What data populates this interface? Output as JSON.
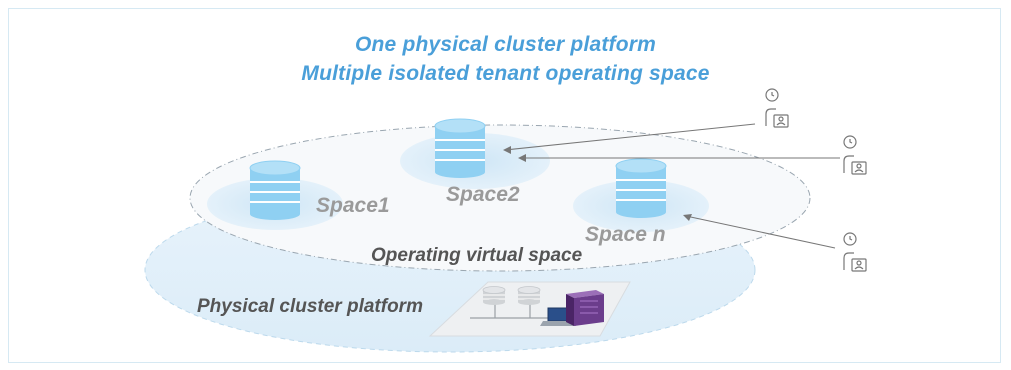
{
  "title": {
    "line1": "One physical cluster platform",
    "line2": "Multiple isolated tenant operating space"
  },
  "spaces": [
    {
      "label": "Space1",
      "icon": "database-icon"
    },
    {
      "label": "Space2",
      "icon": "database-icon"
    },
    {
      "label": "Space n",
      "icon": "database-icon"
    }
  ],
  "layers": {
    "virtual": "Operating virtual space",
    "physical": "Physical cluster platform"
  },
  "tenants": [
    {
      "icon": "tenant-user-icon",
      "connects_to": "Space2"
    },
    {
      "icon": "tenant-user-icon",
      "connects_to": "Space2"
    },
    {
      "icon": "tenant-user-icon",
      "connects_to": "Space n"
    }
  ],
  "colors": {
    "title": "#4a9fd9",
    "database_fill": "#8fd0f2",
    "space_halo": "#dcedf8",
    "physical_ellipse": "#e6f2fa",
    "virtual_ellipse": "#f7f9fb",
    "space_label": "#9a9a9a",
    "layer_label": "#555555",
    "server_purple": "#6b3d8c"
  }
}
